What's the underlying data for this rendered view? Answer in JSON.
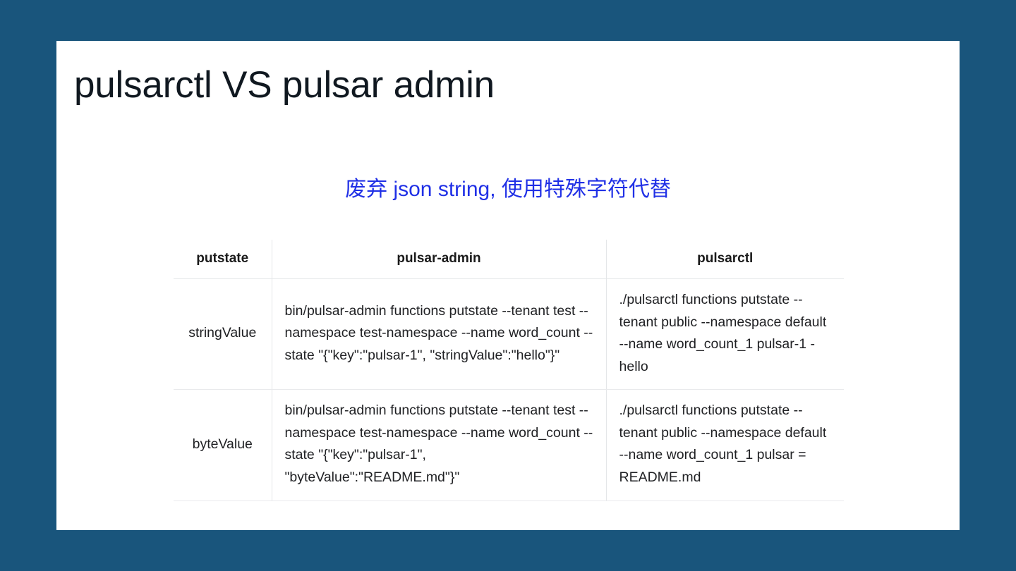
{
  "slide": {
    "background_color": "#19557c",
    "canvas_color": "#ffffff",
    "title": "pulsarctl VS pulsar admin",
    "title_color": "#101820",
    "subtitle": "废弃 json string, 使用特殊字符代替",
    "subtitle_color": "#2030e6"
  },
  "table": {
    "columns": [
      "putstate",
      "pulsar-admin",
      "pulsarctl"
    ],
    "rows": [
      {
        "label": "stringValue",
        "pulsar_admin": "bin/pulsar-admin functions putstate --tenant test --namespace test-namespace --name word_count --state \"{\"key\":\"pulsar-1\", \"stringValue\":\"hello\"}\"",
        "pulsarctl": "./pulsarctl functions putstate --tenant public --namespace default --name word_count_1 pulsar-1 - hello"
      },
      {
        "label": "byteValue",
        "pulsar_admin": "bin/pulsar-admin functions putstate --tenant test --namespace test-namespace --name word_count --state \"{\"key\":\"pulsar-1\", \"byteValue\":\"README.md\"}\"",
        "pulsarctl": "./pulsarctl functions putstate --tenant public --namespace default --name word_count_1 pulsar = README.md"
      }
    ]
  }
}
